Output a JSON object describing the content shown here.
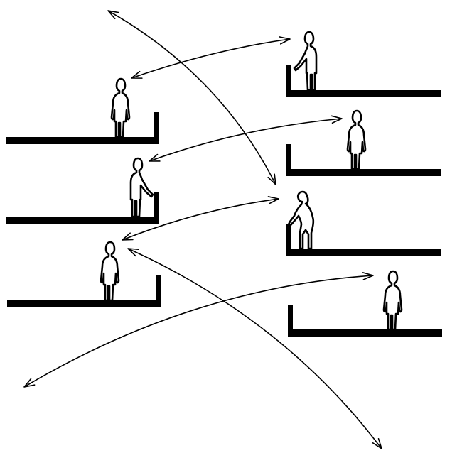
{
  "diagram": {
    "colors": {
      "ink": "#000000",
      "paper": "#ffffff"
    },
    "balconies": [
      {
        "id": "left-1",
        "side": "left",
        "level": 1
      },
      {
        "id": "left-2",
        "side": "left",
        "level": 2
      },
      {
        "id": "left-3",
        "side": "left",
        "level": 3
      },
      {
        "id": "right-1",
        "side": "right",
        "level": 1
      },
      {
        "id": "right-2",
        "side": "right",
        "level": 2
      },
      {
        "id": "right-3",
        "side": "right",
        "level": 3
      },
      {
        "id": "right-4",
        "side": "right",
        "level": 4
      }
    ],
    "figures": [
      {
        "id": "figure-left-1",
        "pose": "standing",
        "balcony": "left-1"
      },
      {
        "id": "figure-left-2",
        "pose": "leaning-on-parapet",
        "balcony": "left-2"
      },
      {
        "id": "figure-left-3",
        "pose": "standing",
        "balcony": "left-3"
      },
      {
        "id": "figure-right-1",
        "pose": "leaning-on-parapet",
        "balcony": "right-1"
      },
      {
        "id": "figure-right-2",
        "pose": "standing",
        "balcony": "right-2"
      },
      {
        "id": "figure-right-3",
        "pose": "bending-over-parapet",
        "balcony": "right-3"
      },
      {
        "id": "figure-right-4",
        "pose": "standing",
        "balcony": "right-4"
      }
    ],
    "sight_lines": [
      {
        "id": "sight-line-1",
        "from": "figure-left-1",
        "to": "figure-right-1",
        "heads": "both"
      },
      {
        "id": "sight-line-2",
        "from": "figure-left-2",
        "to": "figure-right-2",
        "heads": "both"
      },
      {
        "id": "sight-line-3",
        "from": "figure-left-3",
        "to": "figure-right-3",
        "heads": "both"
      },
      {
        "id": "sight-line-4",
        "from": "above",
        "to": "figure-right-3",
        "heads": "both"
      },
      {
        "id": "sight-line-5",
        "from": "figure-left-3",
        "to": "below",
        "heads": "both"
      },
      {
        "id": "sight-line-6",
        "from": "below",
        "to": "figure-right-4",
        "heads": "both"
      }
    ]
  }
}
